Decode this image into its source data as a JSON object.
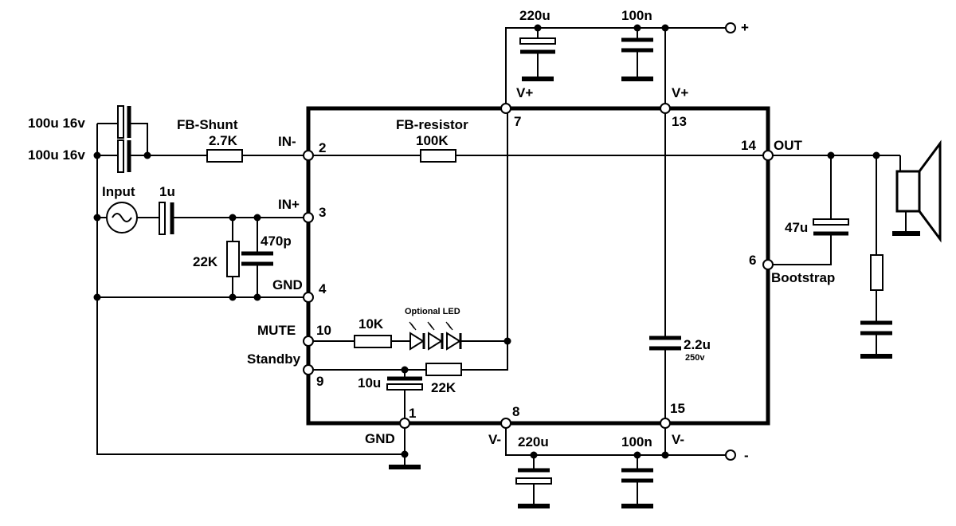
{
  "inputs": {
    "cap_top": "100u 16v",
    "cap_bottom": "100u 16v",
    "source": "Input",
    "coupling_cap": "1u",
    "fb_shunt_title": "FB-Shunt",
    "fb_shunt_value": "2.7K",
    "resistor_in": "22K",
    "cap_in": "470p"
  },
  "chip_pins": {
    "in_minus": "IN-",
    "in_plus": "IN+",
    "gnd": "GND",
    "mute": "MUTE",
    "standby": "Standby",
    "pin2": "2",
    "pin3": "3",
    "pin4": "4",
    "pin10": "10",
    "pin9": "9",
    "pin1": "1",
    "pin7": "7",
    "pin13": "13",
    "pin8": "8",
    "pin15": "15",
    "pin14": "14",
    "pin6": "6",
    "vplus_left": "V+",
    "vplus_right": "V+",
    "vminus_left": "V-",
    "vminus_right": "V-",
    "out": "OUT",
    "bootstrap": "Bootstrap",
    "gnd_bottom": "GND"
  },
  "feedback": {
    "title": "FB-resistor",
    "value": "100K"
  },
  "supply_top": {
    "cap_elec": "220u",
    "cap_ceramic": "100n",
    "terminal": "+"
  },
  "supply_bottom": {
    "cap_elec": "220u",
    "cap_ceramic": "100n",
    "terminal": "-"
  },
  "mute_section": {
    "resistor": "10K",
    "led_label": "Optional LED",
    "cap": "10u",
    "resistor_standby": "22K"
  },
  "middle_cap": {
    "value": "2.2u",
    "voltage": "250v"
  },
  "output": {
    "cap": "47u"
  }
}
